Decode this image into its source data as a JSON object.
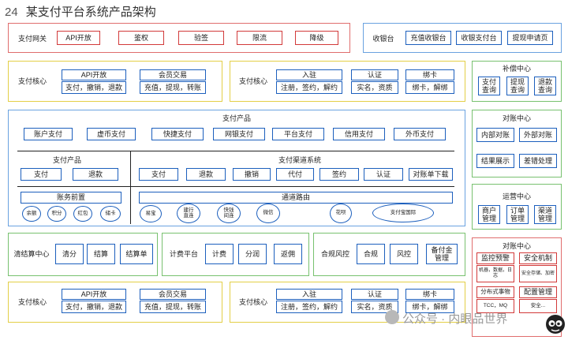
{
  "title": {
    "number": "24",
    "text": "某支付平台系统产品架构"
  },
  "gateway": {
    "label": "支付网关",
    "items": [
      "API开放",
      "鉴权",
      "验签",
      "限流",
      "降级"
    ]
  },
  "cashier": {
    "label": "收银台",
    "items": [
      "充值收银台",
      "收银支付台",
      "提现申请页"
    ]
  },
  "core_left": {
    "label": "支付核心",
    "col1": {
      "head": "API开放",
      "body": "支付，撤销，退款"
    },
    "col2": {
      "head": "会员交易",
      "body": "充值，提现，转账"
    }
  },
  "core_right": {
    "label": "支付核心",
    "col1": {
      "head": "入驻",
      "body": "注册，签约，解约"
    },
    "col2": {
      "head": "认证",
      "body": "实名，资质"
    },
    "col3": {
      "head": "绑卡",
      "body": "绑卡，解绑"
    }
  },
  "compensation": {
    "title": "补偿中心",
    "items": [
      "支付\n查询",
      "提现\n查询",
      "退款\n查询"
    ]
  },
  "products": {
    "title": "支付产品",
    "top_items": [
      "账户支付",
      "虚币支付",
      "快捷支付",
      "网银支付",
      "平台支付",
      "信用支付",
      "外币支付"
    ]
  },
  "product_sub": {
    "title": "支付产品",
    "items": [
      "支付",
      "退款"
    ]
  },
  "channel": {
    "title": "支付渠道系统",
    "items": [
      "支付",
      "退款",
      "撤销",
      "代付",
      "签约",
      "认证",
      "对账单下载"
    ]
  },
  "account": {
    "title": "账务前置",
    "ovals": [
      "余额",
      "积分",
      "红包",
      "储卡"
    ]
  },
  "routing": {
    "title": "通道路由",
    "ovals": [
      "易宝",
      "建行\n直连",
      "快钱\n间连",
      "微信",
      "花呗",
      "支付宝国际"
    ]
  },
  "reconcile": {
    "title": "对账中心",
    "items": [
      "内部对账",
      "外部对账",
      "结果展示",
      "差错处理"
    ]
  },
  "operation": {
    "title": "运营中心",
    "items": [
      "商户\n管理",
      "订单\n管理",
      "渠道\n管理"
    ]
  },
  "clearing": {
    "label": "清结算中心",
    "items": [
      "清分",
      "结算",
      "结算单"
    ]
  },
  "billing": {
    "label": "计费平台",
    "items": [
      "计费",
      "分润",
      "返佣"
    ]
  },
  "risk": {
    "label": "合规风控",
    "items": [
      "合规",
      "风控",
      "备付金\n管理"
    ]
  },
  "monitor": {
    "title": "对账中心",
    "items": [
      "监控预警",
      "安全机制",
      "机器，数据，日志",
      "安全存储、加密",
      "分布式事物",
      "配置管理",
      "TCC，MQ",
      "安全..."
    ]
  },
  "core_left2": {
    "label": "支付核心",
    "col1": {
      "head": "API开放",
      "body": "支付，撤销，退款"
    },
    "col2": {
      "head": "会员交易",
      "body": "充值，提现，转账"
    }
  },
  "core_right2": {
    "label": "支付核心",
    "col1": {
      "head": "入驻",
      "body": "注册，签约，解约"
    },
    "col2": {
      "head": "认证",
      "body": "实名，资质"
    },
    "col3": {
      "head": "绑卡",
      "body": "绑卡，解绑"
    }
  },
  "watermark": {
    "text": "公众号 · 内眼品世界"
  }
}
